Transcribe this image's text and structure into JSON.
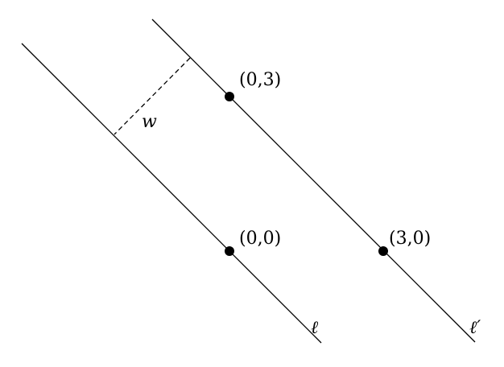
{
  "points": [
    {
      "label": "(0,3)",
      "x": 0,
      "y": 3
    },
    {
      "label": "(0,0)",
      "x": 0,
      "y": 0
    },
    {
      "label": "(3,0)",
      "x": 3,
      "y": 0
    }
  ],
  "lines": {
    "l": "ℓ",
    "l_prime": "ℓ′"
  },
  "width_label": "w",
  "colors": {
    "stroke": "#000000",
    "background": "#ffffff"
  }
}
